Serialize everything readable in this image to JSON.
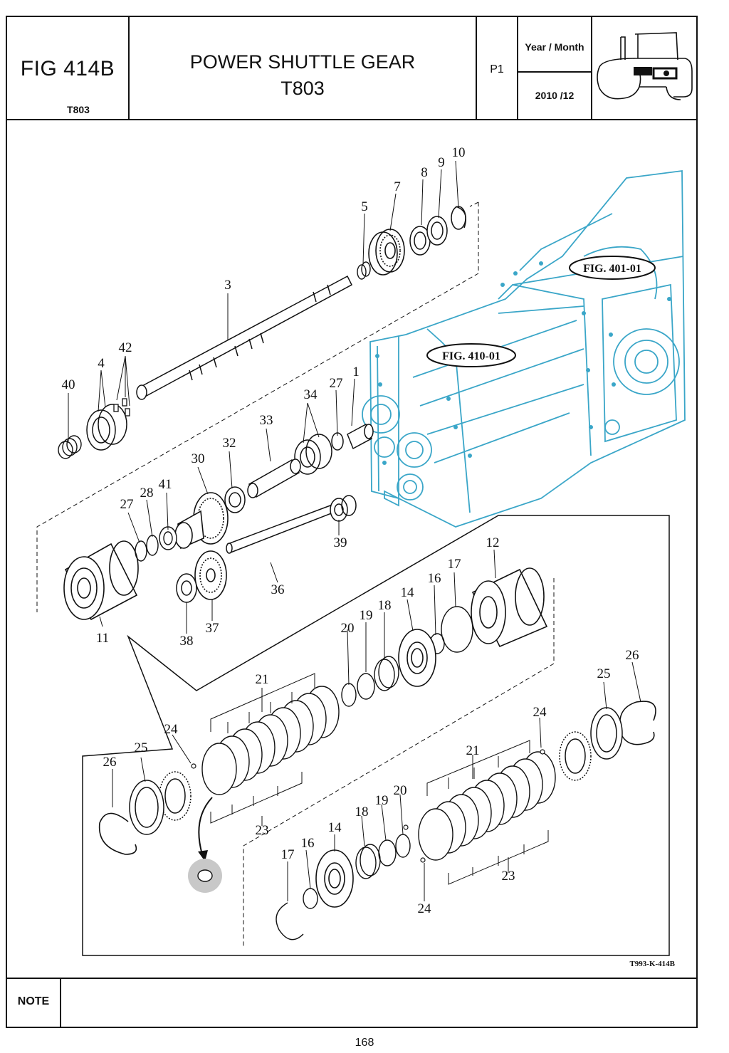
{
  "header": {
    "figure_id": "FIG 414B",
    "figure_model": "T803",
    "title_line1": "POWER SHUTTLE GEAR",
    "title_line2": "T803",
    "page_code": "P1",
    "year_month_label": "Year / Month",
    "year_month_value": "2010 /12",
    "logo_icon": "tractor-icon"
  },
  "diagram": {
    "references": [
      "FIG. 401-01",
      "FIG. 410-01"
    ],
    "drawing_code": "T993-K-414B",
    "callouts": [
      "10",
      "9",
      "8",
      "7",
      "5",
      "3",
      "42",
      "4",
      "40",
      "1",
      "27",
      "34",
      "33",
      "32",
      "30",
      "41",
      "28",
      "27",
      "39",
      "36",
      "12",
      "17",
      "16",
      "14",
      "18",
      "19",
      "20",
      "11",
      "38",
      "37",
      "21",
      "26",
      "25",
      "24",
      "24",
      "25",
      "26",
      "21",
      "20",
      "19",
      "18",
      "14",
      "16",
      "17",
      "23",
      "23",
      "24"
    ],
    "colors": {
      "housing_outline": "#3aa6c8",
      "line_art": "#111111"
    }
  },
  "footer": {
    "note_label": "NOTE",
    "page_number": "168"
  }
}
